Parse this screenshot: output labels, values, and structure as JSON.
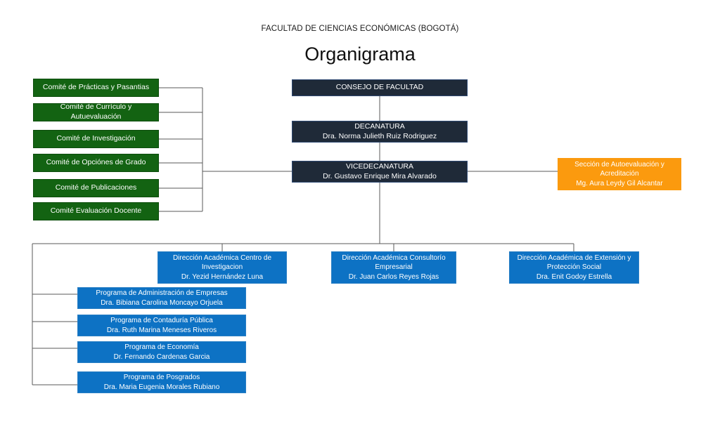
{
  "header": {
    "faculty": "FACULTAD DE CIENCIAS ECONÓMICAS (BOGOTÁ)",
    "title": "Organigrama"
  },
  "colors": {
    "committee_green": "#136312",
    "authority_navy": "#1f2a38",
    "accreditation_orange": "#fb9a0e",
    "academic_blue": "#0d72c4",
    "connector_gray": "#595959",
    "background": "#ffffff",
    "text_on_box": "#ffffff"
  },
  "committees": [
    {
      "name": "Comité de Prácticas  y Pasantias"
    },
    {
      "name": "Comité de Currículo y  Autuevaluación"
    },
    {
      "name": "Comité de Investigación"
    },
    {
      "name": "Comité de Opciónes de Grado"
    },
    {
      "name": "Comité de Publicaciones"
    },
    {
      "name": "Comité Evaluación Docente"
    }
  ],
  "authority": [
    {
      "title": "CONSEJO DE FACULTAD",
      "person": ""
    },
    {
      "title": "DECANATURA",
      "person": "Dra. Norma Julieth Ruiz Rodriguez"
    },
    {
      "title": "VICEDECANATURA",
      "person": "Dr. Gustavo Enrique Mira Alvarado"
    }
  ],
  "accreditation": {
    "line1": "Sección de Autoevaluación y",
    "line2": "Acreditación",
    "person": "Mg. Aura Leydy Gil Alcantar"
  },
  "directions": [
    {
      "line1": "Dirección Académica Centro de",
      "line2": "Investigacion",
      "person": "Dr. Yezid Hernández Luna"
    },
    {
      "line1": "Dirección Académica Consultorío",
      "line2": "Empresarial",
      "person": "Dr. Juan Carlos Reyes Rojas"
    },
    {
      "line1": "Dirección Académica de Extensión y",
      "line2": "Protección Social",
      "person": "Dra. Enit Godoy Estrella"
    }
  ],
  "programs": [
    {
      "title": "Programa de Administración de Empresas",
      "person": "Dra. Bibiana Carolina Moncayo Orjuela"
    },
    {
      "title": "Programa de Contaduría Pública",
      "person": "Dra. Ruth Marina Meneses  Riveros"
    },
    {
      "title": "Programa de Economía",
      "person": "Dr. Fernando Cardenas Garcia"
    },
    {
      "title": "Programa de Posgrados",
      "person": "Dra. Maria Eugenia Morales Rubiano"
    }
  ]
}
